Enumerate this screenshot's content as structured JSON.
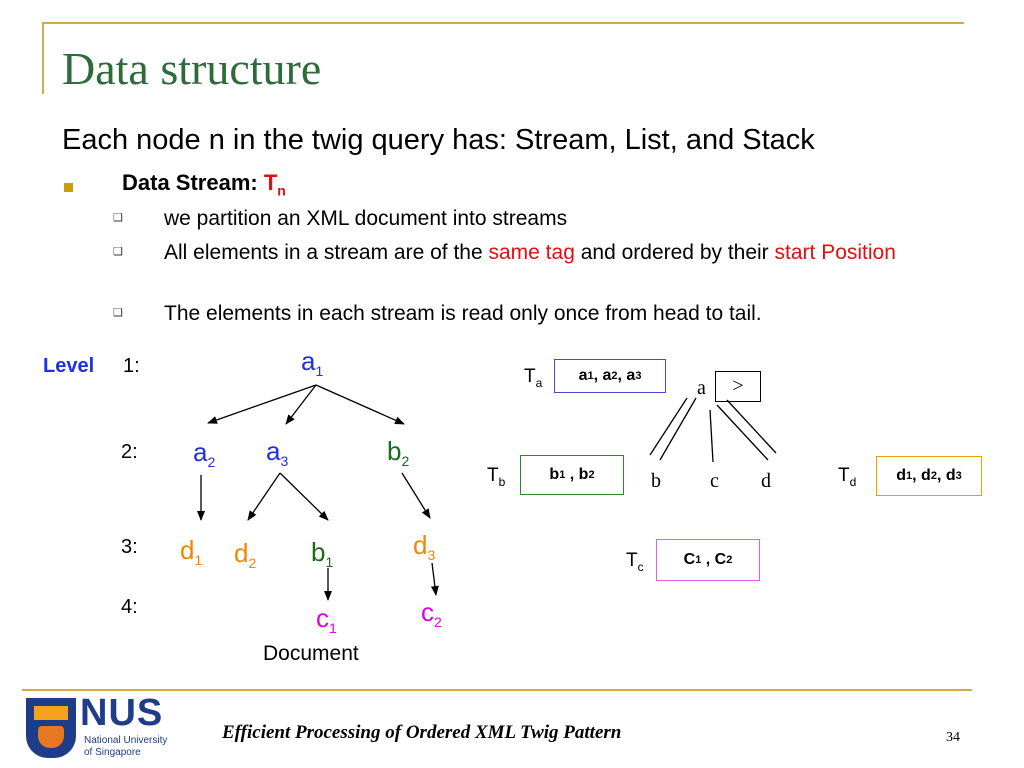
{
  "slide": {
    "title": "Data structure",
    "subtitle": "Each node n in the twig query has: Stream, List, and Stack",
    "bullet": {
      "label": "Data Stream: ",
      "symbol": "T",
      "symbol_sub": "n"
    },
    "sub_bullets": [
      {
        "parts": [
          {
            "text": "we partition an XML document into streams",
            "red": false
          }
        ]
      },
      {
        "parts": [
          {
            "text": "All elements in a stream are of the ",
            "red": false
          },
          {
            "text": "same tag",
            "red": true
          },
          {
            "text": " and ordered by their ",
            "red": false
          },
          {
            "text": "start Position",
            "red": true
          }
        ]
      },
      {
        "parts": [
          {
            "text": "The elements in each stream is read only once from head to tail.",
            "red": false
          }
        ]
      }
    ],
    "accent_colors": {
      "title": "#2d6b3a",
      "bullet": "#c8a000",
      "rule": "#d3a94a",
      "highlight": "#e01010"
    }
  },
  "document_tree": {
    "level_word": "Level",
    "levels": [
      "1:",
      "2:",
      "3:",
      "4:"
    ],
    "nodes": {
      "a1": {
        "base": "a",
        "sub": "1",
        "color": "#1f31e0"
      },
      "a2": {
        "base": "a",
        "sub": "2",
        "color": "#1f31e0"
      },
      "a3": {
        "base": "a",
        "sub": "3",
        "color": "#1f31e0"
      },
      "b2": {
        "base": "b",
        "sub": "2",
        "color": "#1b6b1b"
      },
      "d1": {
        "base": "d",
        "sub": "1",
        "color": "#f08800"
      },
      "d2": {
        "base": "d",
        "sub": "2",
        "color": "#f08800"
      },
      "b1": {
        "base": "b",
        "sub": "1",
        "color": "#1b6b1b"
      },
      "d3": {
        "base": "d",
        "sub": "3",
        "color": "#f08800"
      },
      "c1": {
        "base": "c",
        "sub": "1",
        "color": "#e000e0"
      },
      "c2": {
        "base": "c",
        "sub": "2",
        "color": "#e000e0"
      }
    },
    "caption": "Document"
  },
  "streams": {
    "Ta": {
      "label": "T",
      "sub": "a",
      "items": [
        [
          "a",
          "1"
        ],
        [
          "a",
          "2"
        ],
        [
          "a",
          "3"
        ]
      ],
      "separator": ", ",
      "border": "#4a4ad0"
    },
    "Tb": {
      "label": "T",
      "sub": "b",
      "items": [
        [
          "b",
          "1"
        ],
        [
          "b",
          "2"
        ]
      ],
      "separator": " , ",
      "border": "#2a8a2a"
    },
    "Tc": {
      "label": "T",
      "sub": "c",
      "items": [
        [
          "C",
          "1"
        ],
        [
          "C",
          "2"
        ]
      ],
      "separator": " , ",
      "border": "#e060e0"
    },
    "Td": {
      "label": "T",
      "sub": "d",
      "items": [
        [
          "d",
          "1"
        ],
        [
          "d",
          "2"
        ],
        [
          "d",
          "3"
        ]
      ],
      "separator": ", ",
      "border": "#f0a000"
    }
  },
  "query_twig": {
    "root": "a",
    "order_symbol": ">",
    "children": [
      "b",
      "c",
      "d"
    ]
  },
  "footer": {
    "logo_text": "NUS",
    "logo_subtitle_1": "National University",
    "logo_subtitle_2": "of Singapore",
    "text": "Efficient Processing of Ordered XML Twig Pattern",
    "page_number": "34"
  }
}
